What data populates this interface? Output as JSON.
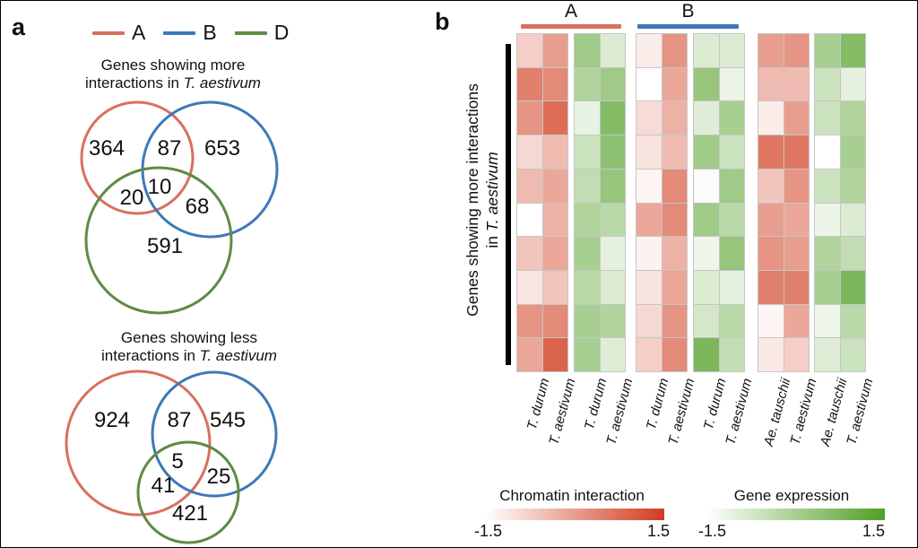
{
  "colors": {
    "A": "#d9705e",
    "B": "#3d79b8",
    "D": "#5d8b44",
    "chromatin_max": "#d13c1f",
    "expression_max": "#519f25",
    "axis_bar": "#000000"
  },
  "panel_a": {
    "label": "a",
    "legend": [
      {
        "label": "A"
      },
      {
        "label": "B"
      },
      {
        "label": "D"
      }
    ],
    "venn_more": {
      "title_line1": "Genes showing more",
      "title_line2_prefix": "interactions in ",
      "species": "T. aestivum"
    },
    "venn_less": {
      "title_line1": "Genes showing less",
      "title_line2_prefix": "interactions in ",
      "species": "T. aestivum"
    }
  },
  "panel_b": {
    "label": "b",
    "group_a": "A",
    "group_b": "B",
    "row_axis": {
      "line1": "Genes showing more interactions",
      "line2_prefix": "in ",
      "species": "T. aestivum"
    },
    "scales": {
      "chromatin": {
        "title": "Chromatin interaction",
        "min": "-1.5",
        "max": "1.5"
      },
      "expression": {
        "title": "Gene expression",
        "min": "-1.5",
        "max": "1.5"
      }
    }
  },
  "chart_data": [
    {
      "type": "venn",
      "title": "Genes showing more interactions in T. aestivum",
      "legend": [
        "A",
        "B",
        "D"
      ],
      "sets": {
        "A": "364",
        "B": "653",
        "D": "591",
        "AB": "87",
        "AD": "20",
        "BD": "68",
        "ABD": "10"
      }
    },
    {
      "type": "venn",
      "title": "Genes showing less interactions in T. aestivum",
      "legend": [
        "A",
        "B",
        "D"
      ],
      "sets": {
        "A": "924",
        "B": "545",
        "D": "421",
        "AB": "87",
        "AD": "41",
        "BD": "25",
        "ABD": "5"
      }
    },
    {
      "type": "heatmap",
      "title": "Genes showing more interactions in T. aestivum",
      "scale": [
        -1.5,
        1.5
      ],
      "rows": 10,
      "blocks": [
        {
          "group": "A",
          "measure": "chromatin",
          "columns": [
            "T. durum",
            "T. aestivum"
          ],
          "values": [
            [
              -0.75,
              0
            ],
            [
              0.45,
              0.3
            ],
            [
              0.15,
              0.75
            ],
            [
              -0.9,
              -0.45
            ],
            [
              -0.45,
              -0.15
            ],
            [
              -1.5,
              -0.3
            ],
            [
              -0.6,
              -0.15
            ],
            [
              -1.1,
              -0.6
            ],
            [
              0.15,
              0.3
            ],
            [
              -0.15,
              0.9
            ]
          ]
        },
        {
          "group": "A",
          "measure": "expression",
          "columns": [
            "T. durum",
            "T. aestivum"
          ],
          "values": [
            [
              0.15,
              -0.9
            ],
            [
              -0.15,
              0.15
            ],
            [
              -1.1,
              0.6
            ],
            [
              -0.6,
              0.45
            ],
            [
              -0.45,
              0.3
            ],
            [
              -0.15,
              -0.3
            ],
            [
              0,
              -1.05
            ],
            [
              -0.3,
              -0.9
            ],
            [
              0,
              -0.15
            ],
            [
              0,
              -0.95
            ]
          ]
        },
        {
          "group": "B",
          "measure": "chromatin",
          "columns": [
            "T. durum",
            "T. aestivum"
          ],
          "values": [
            [
              -1.2,
              0.15
            ],
            [
              -1.5,
              -0.15
            ],
            [
              -0.95,
              -0.3
            ],
            [
              -1.05,
              -0.45
            ],
            [
              -1.35,
              0.3
            ],
            [
              -0.15,
              0.3
            ],
            [
              -1.3,
              -0.3
            ],
            [
              -1.05,
              -0.15
            ],
            [
              -0.9,
              0.15
            ],
            [
              -0.75,
              0.3
            ]
          ]
        },
        {
          "group": "B",
          "measure": "expression",
          "columns": [
            "T. durum",
            "T. aestivum"
          ],
          "values": [
            [
              -0.9,
              -0.9
            ],
            [
              0.3,
              -1.15
            ],
            [
              -0.95,
              0
            ],
            [
              0.15,
              -0.6
            ],
            [
              -1.4,
              0.15
            ],
            [
              0.15,
              -0.3
            ],
            [
              -1.2,
              0.3
            ],
            [
              -0.9,
              -1.05
            ],
            [
              -0.75,
              -0.3
            ],
            [
              0.75,
              -0.45
            ]
          ]
        },
        {
          "group": "D",
          "measure": "chromatin",
          "columns": [
            "Ae. tauschii",
            "T. aestivum"
          ],
          "values": [
            [
              0,
              0.15
            ],
            [
              -0.45,
              -0.45
            ],
            [
              -1.2,
              0
            ],
            [
              0.6,
              0.6
            ],
            [
              -0.6,
              0.15
            ],
            [
              0,
              -0.15
            ],
            [
              0.15,
              0
            ],
            [
              0.45,
              0.45
            ],
            [
              -1.35,
              -0.15
            ],
            [
              -1.15,
              -0.75
            ]
          ]
        },
        {
          "group": "D",
          "measure": "expression",
          "columns": [
            "Ae. tauschii",
            "T. aestivum"
          ],
          "values": [
            [
              0,
              0.6
            ],
            [
              -0.6,
              -1.05
            ],
            [
              -0.6,
              -0.15
            ],
            [
              -1.5,
              0
            ],
            [
              -0.6,
              -0.15
            ],
            [
              -1.15,
              -0.9
            ],
            [
              -0.15,
              -0.45
            ],
            [
              0,
              0.75
            ],
            [
              -1.2,
              -0.3
            ],
            [
              -0.95,
              -0.6
            ]
          ]
        }
      ]
    }
  ]
}
